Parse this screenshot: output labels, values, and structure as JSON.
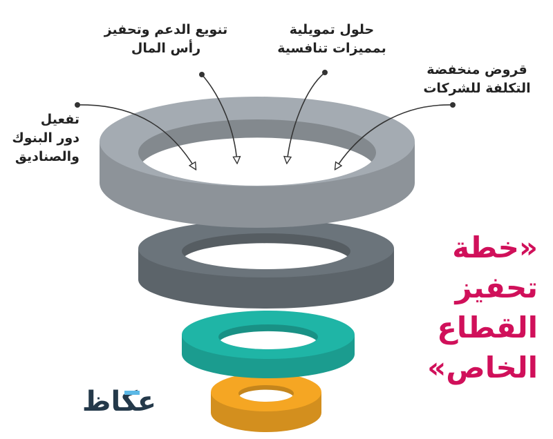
{
  "labels": [
    {
      "lines": [
        "تفعيل",
        "دور البنوك",
        "والصناديق"
      ]
    },
    {
      "lines": [
        "تنويع الدعم وتحفيز",
        "رأس المال"
      ]
    },
    {
      "lines": [
        "حلول تمويلية",
        "بمميزات تنافسية"
      ]
    },
    {
      "lines": [
        "قروض منخفضة",
        "التكلفة للشركات"
      ]
    }
  ],
  "title": {
    "lines": [
      "«خطة",
      "تحفيز",
      "القطاع",
      "الخاص»"
    ]
  },
  "logo": {
    "text": "عكاظ"
  },
  "colors": {
    "ring1": "#a4abb2",
    "ring2": "#6b747b",
    "ring3": "#1fb5a6",
    "ring4": "#f5a623",
    "title": "#d0105a",
    "logo": "#24394a"
  }
}
